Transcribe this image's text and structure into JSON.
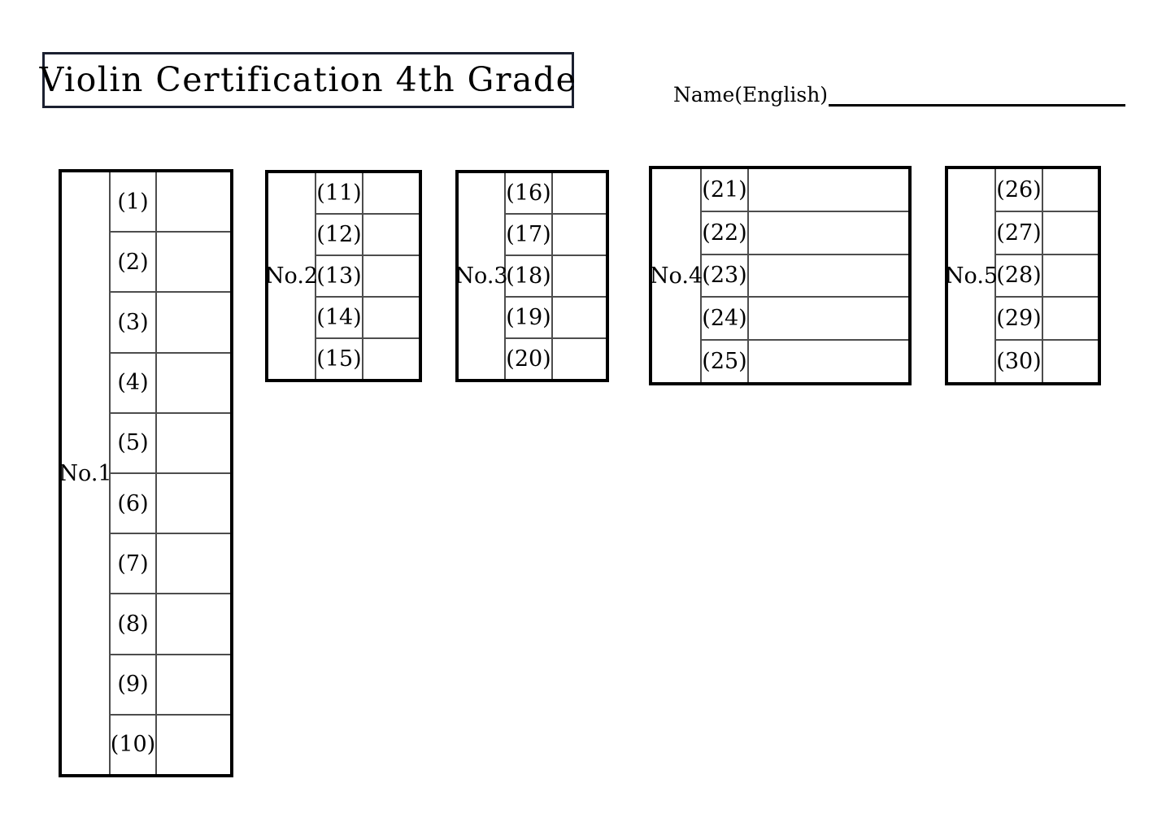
{
  "document": {
    "title": "Violin Certification 4th Grade",
    "name_field": {
      "label": "Name(English)",
      "value": ""
    }
  },
  "tables": [
    {
      "id": "table-1",
      "label": "No.1",
      "rows": [
        {
          "number": "(1)",
          "value": ""
        },
        {
          "number": "(2)",
          "value": ""
        },
        {
          "number": "(3)",
          "value": ""
        },
        {
          "number": "(4)",
          "value": ""
        },
        {
          "number": "(5)",
          "value": ""
        },
        {
          "number": "(6)",
          "value": ""
        },
        {
          "number": "(7)",
          "value": ""
        },
        {
          "number": "(8)",
          "value": ""
        },
        {
          "number": "(9)",
          "value": ""
        },
        {
          "number": "(10)",
          "value": ""
        }
      ]
    },
    {
      "id": "table-2",
      "label": "No.2",
      "rows": [
        {
          "number": "(11)",
          "value": ""
        },
        {
          "number": "(12)",
          "value": ""
        },
        {
          "number": "(13)",
          "value": ""
        },
        {
          "number": "(14)",
          "value": ""
        },
        {
          "number": "(15)",
          "value": ""
        }
      ]
    },
    {
      "id": "table-3",
      "label": "No.3",
      "rows": [
        {
          "number": "(16)",
          "value": ""
        },
        {
          "number": "(17)",
          "value": ""
        },
        {
          "number": "(18)",
          "value": ""
        },
        {
          "number": "(19)",
          "value": ""
        },
        {
          "number": "(20)",
          "value": ""
        }
      ]
    },
    {
      "id": "table-4",
      "label": "No.4",
      "rows": [
        {
          "number": "(21)",
          "value": ""
        },
        {
          "number": "(22)",
          "value": ""
        },
        {
          "number": "(23)",
          "value": ""
        },
        {
          "number": "(24)",
          "value": ""
        },
        {
          "number": "(25)",
          "value": ""
        }
      ]
    },
    {
      "id": "table-5",
      "label": "No.5",
      "rows": [
        {
          "number": "(26)",
          "value": ""
        },
        {
          "number": "(27)",
          "value": ""
        },
        {
          "number": "(28)",
          "value": ""
        },
        {
          "number": "(29)",
          "value": ""
        },
        {
          "number": "(30)",
          "value": ""
        }
      ]
    }
  ],
  "colors": {
    "page_background": "#ffffff",
    "ink": "#000000",
    "title_border": "#1b2030",
    "inner_grid": "#4d4d4d"
  }
}
